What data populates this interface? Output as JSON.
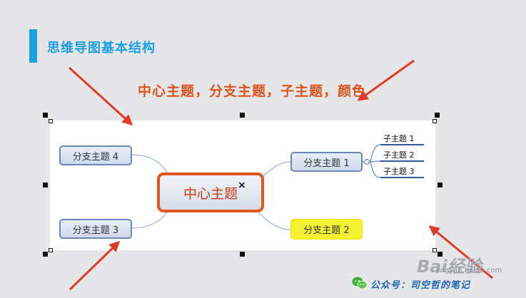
{
  "heading": "思维导图基本结构",
  "subtitle": "中心主题，分支主题，子主题，颜色",
  "mindmap": {
    "central_topic": "中心主题",
    "branches": {
      "b1": "分支主题 1",
      "b2": "分支主题 2",
      "b3": "分支主题 3",
      "b4": "分支主题 4"
    },
    "subtopics": [
      "子主题 1",
      "子主题 2",
      "子主题 3"
    ],
    "close_glyph": "×"
  },
  "watermark": {
    "brand": "Bai经验",
    "url": "jingyan.baidu.com"
  },
  "footer": {
    "wechat_label": "公众号：司空哲的笔记"
  },
  "colors": {
    "accent_blue": "#1aa3e0",
    "subtitle_orange": "#d9541c",
    "center_border": "#e0561f",
    "branch_border": "#6a87b3",
    "highlight_yellow": "#f4f132",
    "arrow_red": "#e03a2b"
  },
  "icons": {
    "wechat": "wechat-icon"
  }
}
